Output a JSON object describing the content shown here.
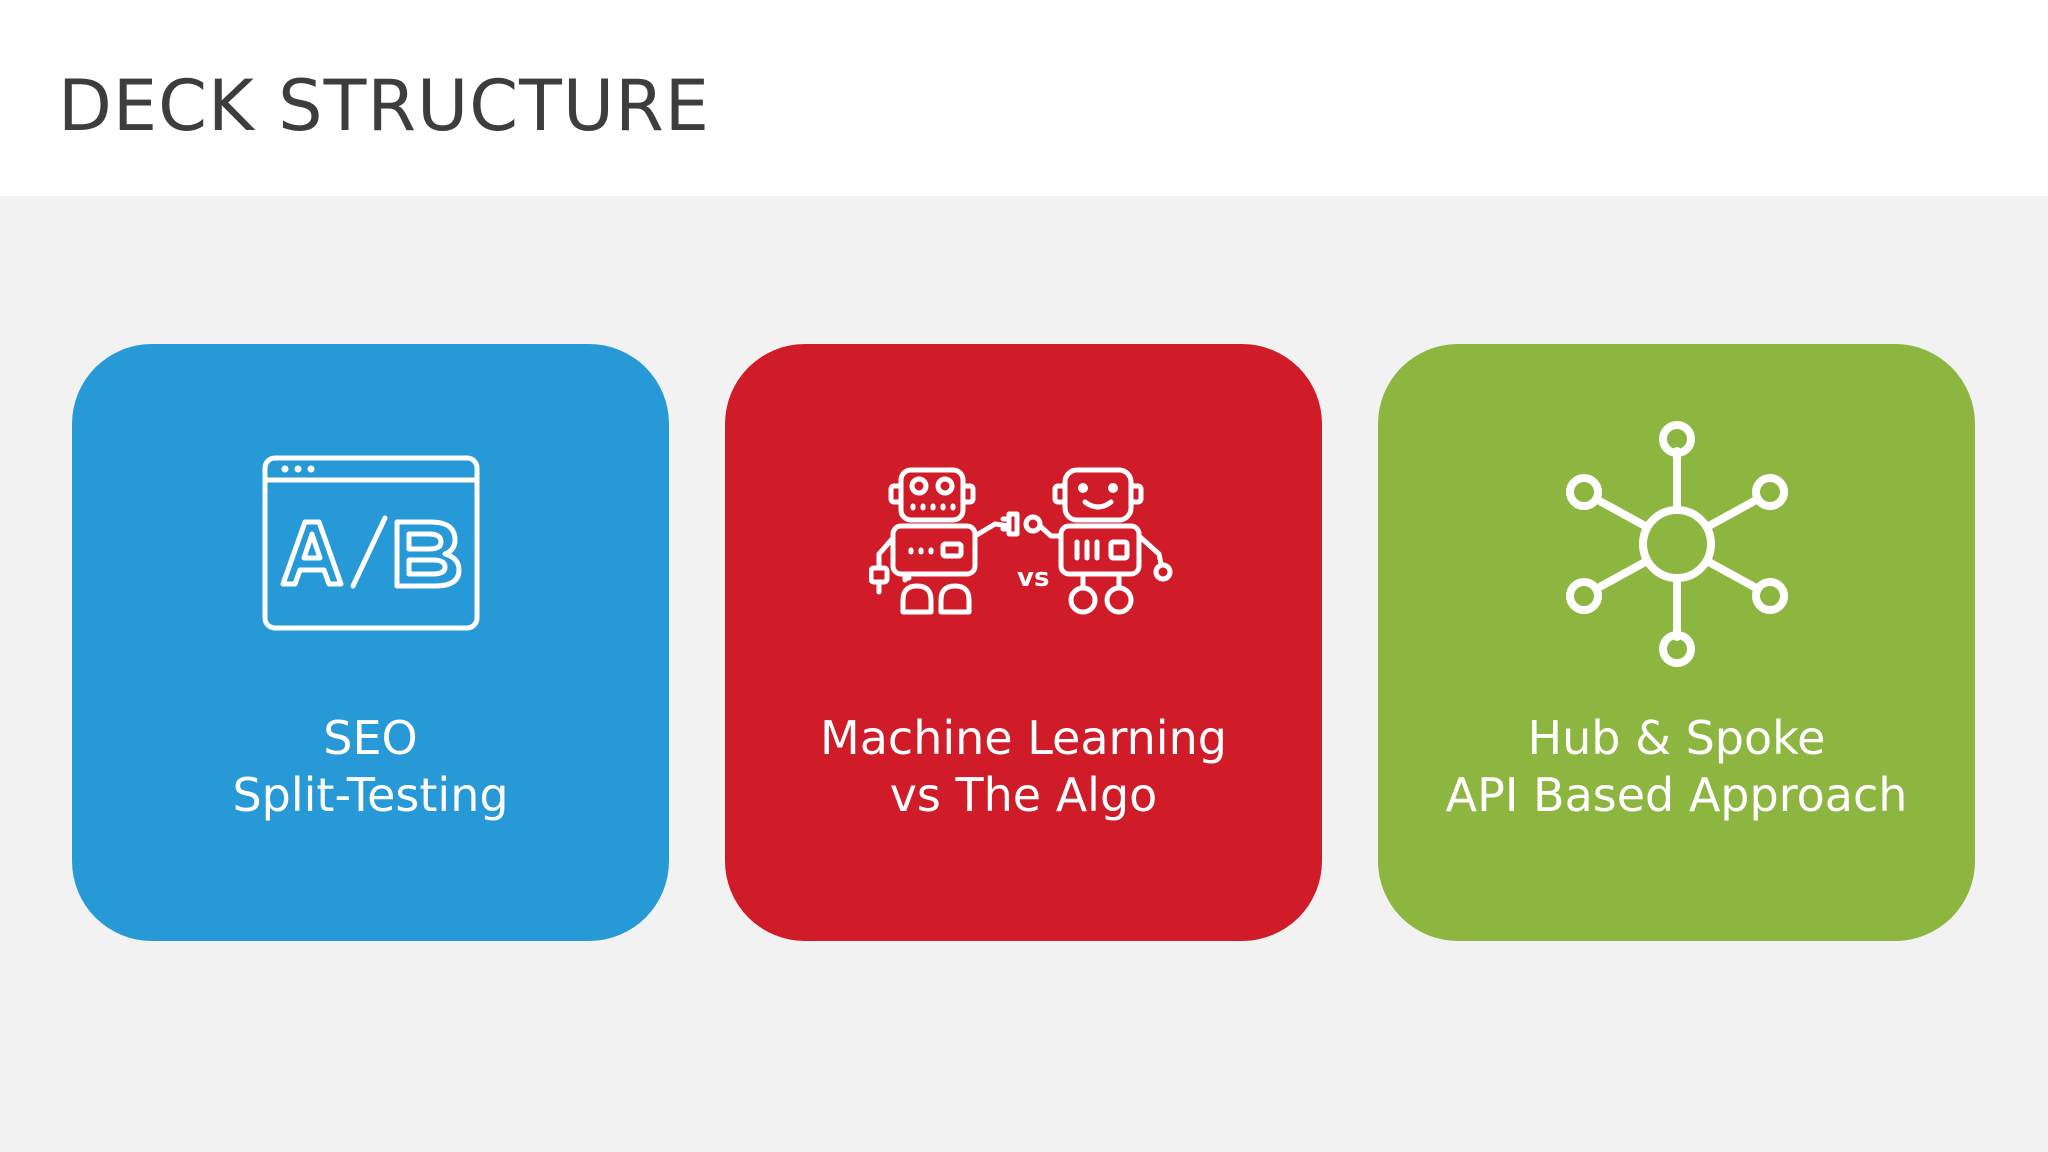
{
  "title": "DECK STRUCTURE",
  "cards": [
    {
      "line1": "SEO",
      "line2": "Split-Testing",
      "icon": "ab-test-browser-icon",
      "color": "#2699d6"
    },
    {
      "line1": "Machine Learning",
      "line2": "vs The Algo",
      "icon": "robots-vs-icon",
      "icon_text": "vs",
      "color": "#cf1c28"
    },
    {
      "line1": "Hub & Spoke",
      "line2": "API Based Approach",
      "icon": "hub-spoke-network-icon",
      "color": "#8db641"
    }
  ]
}
